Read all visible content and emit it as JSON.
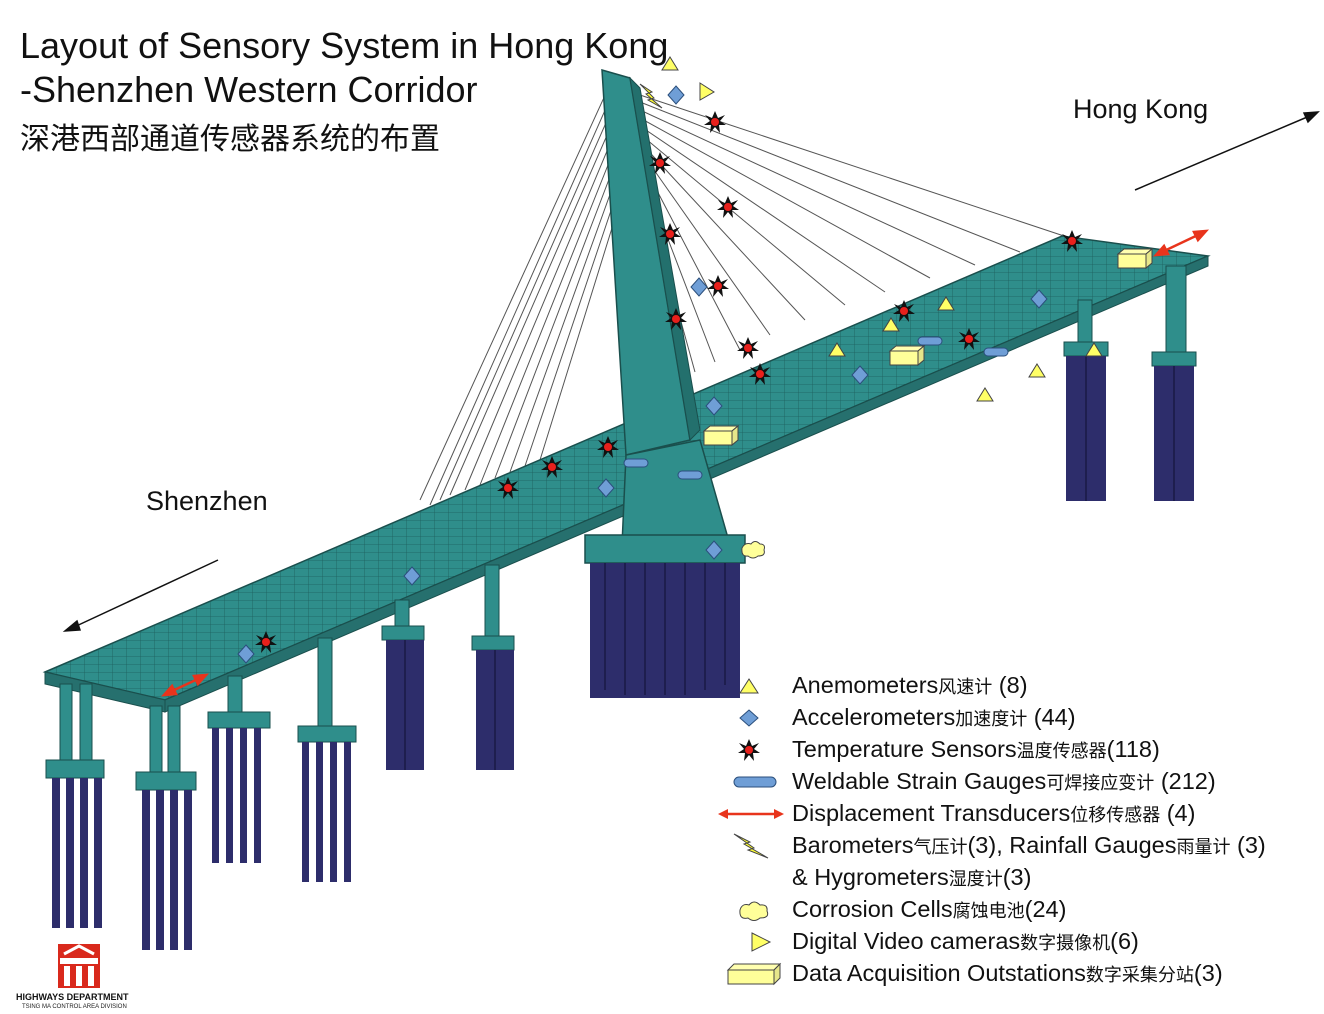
{
  "title": {
    "line1": "Layout of Sensory System in Hong Kong",
    "line2": "-Shenzhen Western Corridor",
    "line3": "深港西部通道传感器系统的布置"
  },
  "places": {
    "hong_kong": "Hong Kong",
    "shenzhen": "Shenzhen"
  },
  "legend": [
    {
      "icon": "triangle-icon",
      "label": "Anemometers",
      "cn": "风速计",
      "count": " (8)"
    },
    {
      "icon": "diamond-icon",
      "label": "Accelerometers",
      "cn": "加速度计",
      "count": " (44)"
    },
    {
      "icon": "starburst-icon",
      "label": "Temperature Sensors",
      "cn": "温度传感器",
      "count": "(118)"
    },
    {
      "icon": "capsule-icon",
      "label": "Weldable Strain Gauges",
      "cn": "可焊接应变计",
      "count": " (212)"
    },
    {
      "icon": "double-arrow-icon",
      "label": "Displacement Transducers",
      "cn": "位移传感器",
      "count": " (4)"
    },
    {
      "icon": "lightning-icon",
      "label": "Barometers",
      "cn": "气压计",
      "count": "(3), Rainfall Gauges",
      "cn2": "雨量计",
      "count2": " (3)"
    },
    {
      "icon": "",
      "label": "& Hygrometers",
      "cn": "湿度计",
      "count": "(3)"
    },
    {
      "icon": "cloud-icon",
      "label": "Corrosion Cells",
      "cn": "腐蚀电池",
      "count": "(24)"
    },
    {
      "icon": "play-triangle-icon",
      "label": "Digital Video cameras",
      "cn": "数字摄像机",
      "count": "(6)"
    },
    {
      "icon": "box-icon",
      "label": "Data Acquisition Outstations",
      "cn": "数字采集分站",
      "count": "(3)"
    }
  ],
  "logo": {
    "name": "HIGHWAYS DEPARTMENT",
    "sub": "TSING MA CONTROL AREA DIVISION"
  },
  "colors": {
    "deck": "#2e8c8a",
    "pier": "#2d2d6b",
    "sensor_yellow": "#ffff66",
    "sensor_blue": "#6f9ed6",
    "sensor_red": "#e8201c",
    "arrow_red": "#e8341c"
  }
}
